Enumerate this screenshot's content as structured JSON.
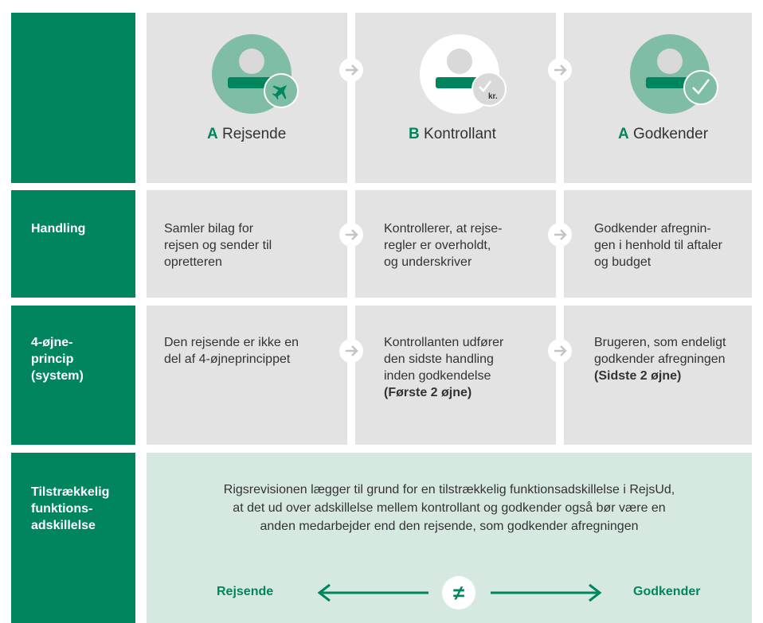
{
  "columns": [
    {
      "letter": "A",
      "role": "Rejsende"
    },
    {
      "letter": "B",
      "role": "Kontrollant"
    },
    {
      "letter": "A",
      "role": "Godkender"
    }
  ],
  "badge_text": "kr.",
  "rows": {
    "handling": {
      "label": "Handling",
      "cells": [
        [
          "Samler bilag for",
          "rejsen og sender til",
          "opretteren"
        ],
        [
          "Kontrollerer, at rejse-",
          "regler er overholdt,",
          "og underskriver"
        ],
        [
          "Godkender afregnin-",
          "gen i henhold til aftaler",
          "og budget"
        ]
      ]
    },
    "four_eyes": {
      "label_lines": [
        "4-øjne-",
        "princip",
        "(system)"
      ],
      "col1": [
        "Den rejsende er ikke en",
        "del af 4-øjneprincippet"
      ],
      "col2": [
        "Kontrollanten udfører",
        "den sidste handling",
        "inden godkendelse"
      ],
      "col2_bold": "(Første 2 øjne)",
      "col3": [
        "Brugeren, som endeligt",
        "godkender afregningen"
      ],
      "col3_bold": "(Sidste 2 øjne)"
    },
    "separation": {
      "label_lines": [
        "Tilstrækkelig",
        "funktions-",
        "adskillelse"
      ],
      "text_lines": [
        "Rigsrevisionen lægger til grund for en tilstrækkelig funktionsadskillelse i RejsUd,",
        "at det ud over adskillelse mellem kontrollant og godkender også bør være en",
        "anden medarbejder end den rejsende, som godkender afregningen"
      ],
      "left_label": "Rejsende",
      "right_label": "Godkender",
      "symbol": "≠"
    }
  },
  "colors": {
    "green": "#00855f",
    "grey": "#e3e3e3",
    "mint": "#d5e9e1",
    "avatar_green": "#6fb59d"
  }
}
